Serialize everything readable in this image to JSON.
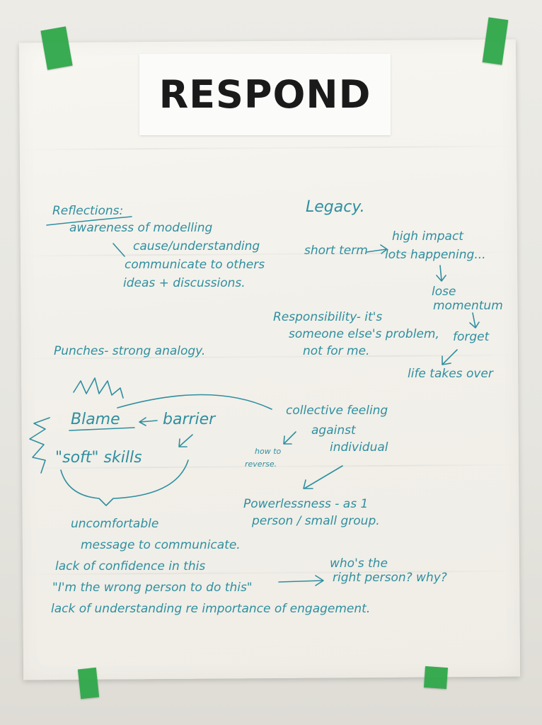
{
  "title": "RESPOND",
  "notes": {
    "reflections": "Reflections:",
    "awareness": "awareness of modelling",
    "cause": "cause/understanding",
    "communicate": "communicate to others",
    "ideas": "ideas + discussions.",
    "punches": "Punches- strong analogy.",
    "legacy": "Legacy.",
    "short_term": "short term",
    "high_impact": "high impact",
    "lots_happening": "lots happening...",
    "lose": "lose",
    "momentum": "momentum",
    "forget": "forget",
    "life_takes_over": "life takes over",
    "responsibility": "Responsibility- it's",
    "someone_else": "someone else's problem,",
    "not_for_me": "not for me.",
    "blame": "Blame",
    "barrier": "barrier",
    "soft_skills": "\"soft\" skills",
    "collective": "collective feeling",
    "against": "against",
    "individual": "individual",
    "how_to": "how to",
    "reverse": "reverse.",
    "powerlessness": "Powerlessness - as 1",
    "person_group": "person / small group.",
    "uncomfortable": "uncomfortable",
    "message": "message to communicate.",
    "lack_confidence": "lack of confidence in this",
    "wrong_person": "\"I'm the wrong person to do this\"",
    "whos_the": "who's the",
    "right_person": "right person? why?",
    "lack_understanding": "lack of understanding re importance of engagement."
  },
  "colors": {
    "ink": "#2f8fa0",
    "tape": "#2fa84a",
    "title_text": "#1a1a1a"
  }
}
